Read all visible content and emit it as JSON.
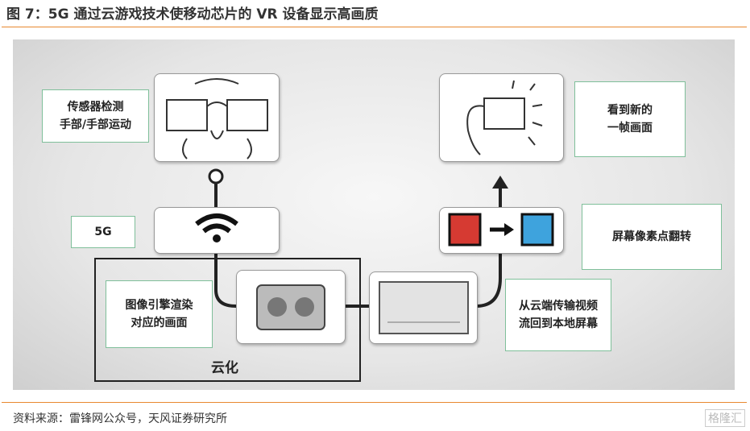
{
  "title": "图 7：5G 通过云游戏技术使移动芯片的 VR 设备显示高画质",
  "labels": {
    "sensor_line1": "传感器检测",
    "sensor_line2": "手部/手部运动",
    "fiveg": "5G",
    "render_line1": "图像引擎渲染",
    "render_line2": "对应的画面",
    "cloud": "云化",
    "stream_line1": "从云端传输视频",
    "stream_line2": "流回到本地屏幕",
    "flip": "屏幕像素点翻转",
    "newframe_line1": "看到新的",
    "newframe_line2": "一帧画面"
  },
  "source": "资料来源：雷锋网公众号，天风证券研究所",
  "watermark": "格隆汇",
  "colors": {
    "accent": "#e8892f",
    "red_pixel": "#d63a32",
    "blue_pixel": "#3ea3dd",
    "label_border": "#7fbf9a"
  }
}
